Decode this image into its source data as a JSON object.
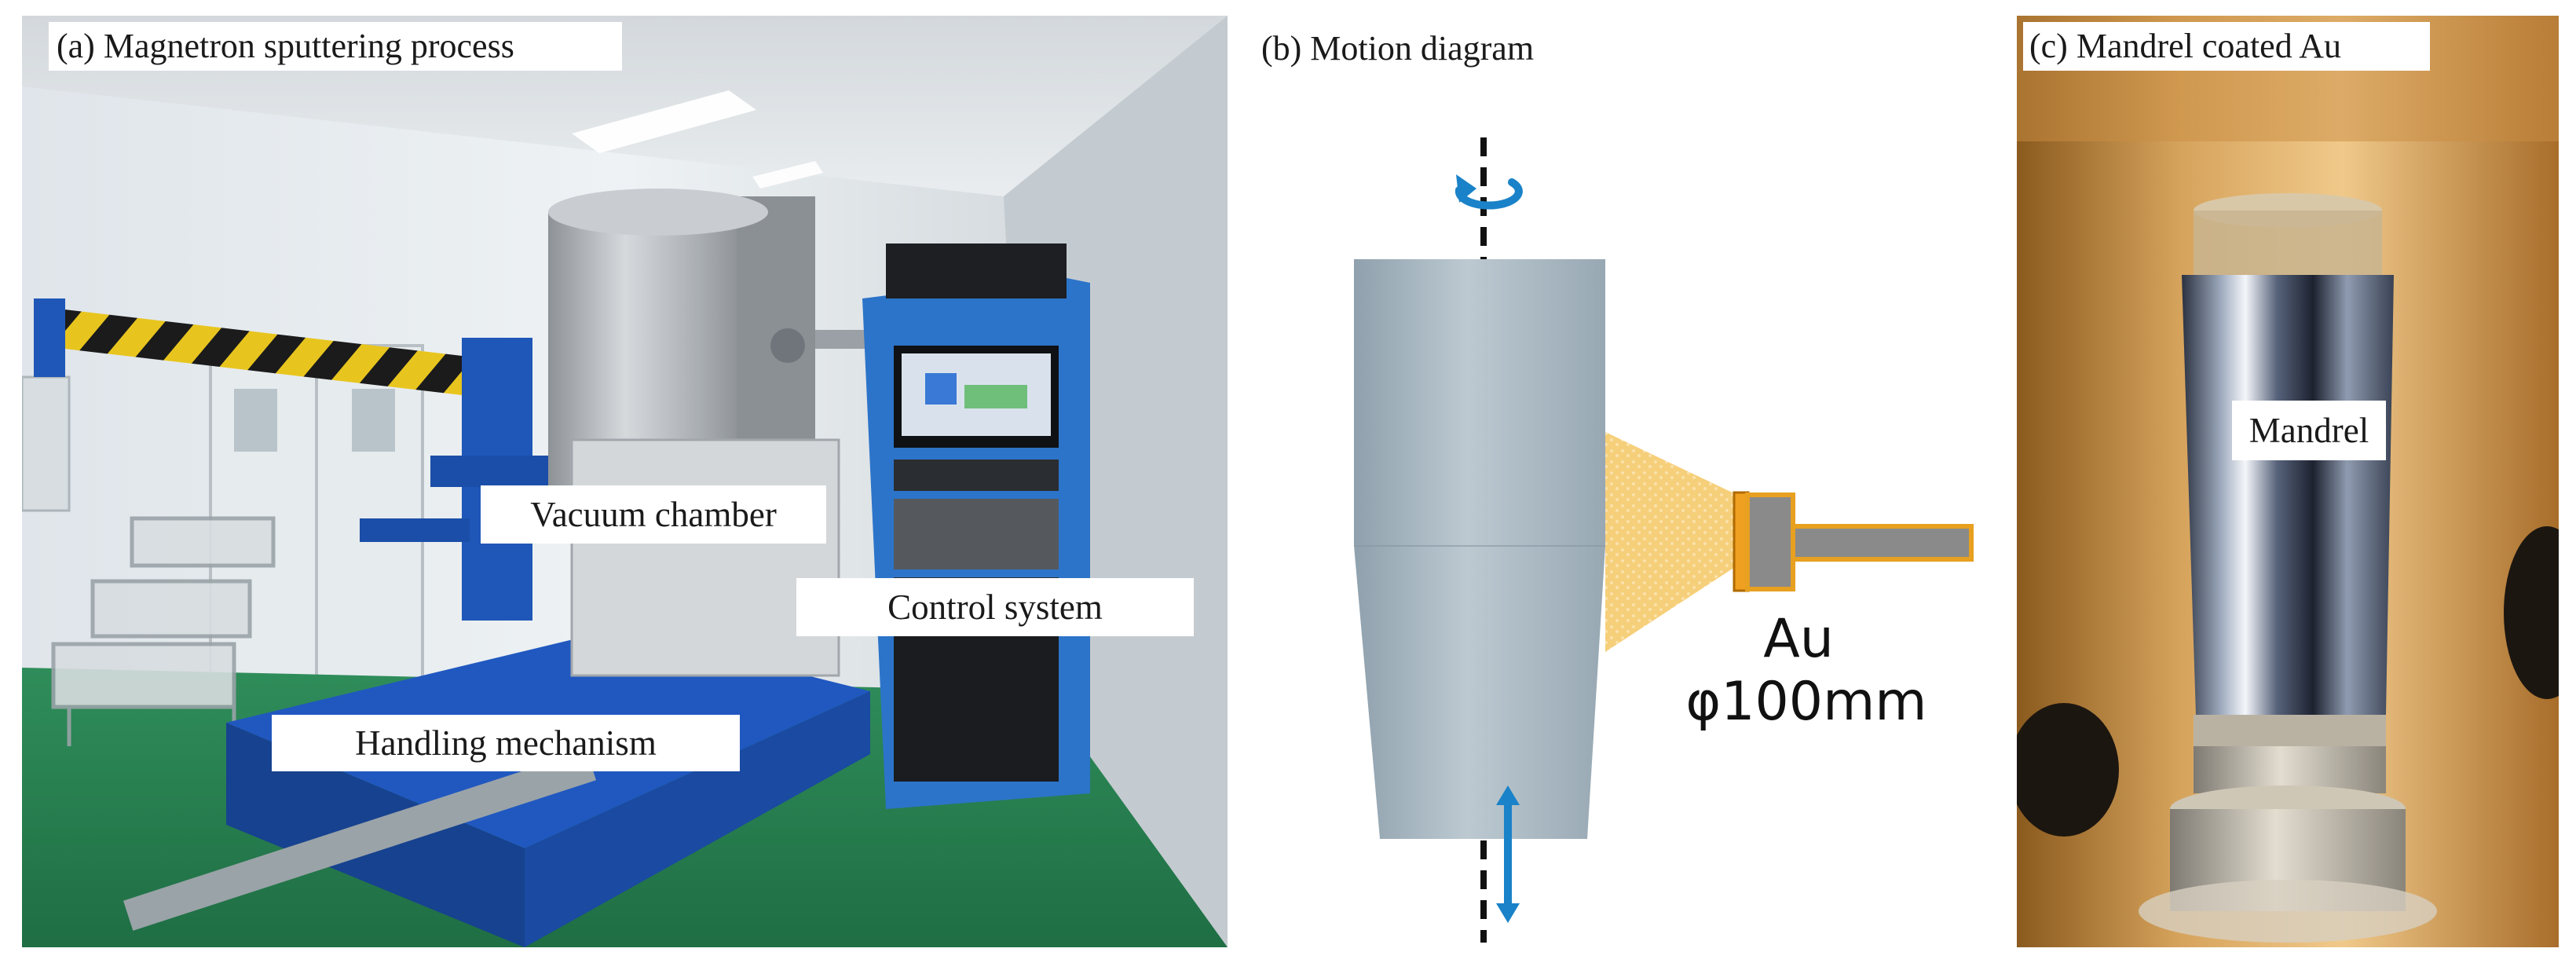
{
  "panel_a": {
    "caption": "(a) Magnetron sputtering process",
    "labels": {
      "vacuum_chamber": "Vacuum chamber",
      "control_system": "Control system",
      "handling_mechanism": "Handling mechanism"
    }
  },
  "panel_b": {
    "caption": "(b) Motion diagram",
    "target_material": "Au",
    "target_diameter": "φ100mm"
  },
  "panel_c": {
    "caption": "(c) Mandrel coated Au",
    "labels": {
      "mandrel": "Mandrel"
    }
  },
  "colors": {
    "accent_blue": "#1a82c8",
    "gold_spray": "#f6cf7a",
    "target_orange": "#f0a020",
    "cone_gray": "#a9b7c1"
  }
}
